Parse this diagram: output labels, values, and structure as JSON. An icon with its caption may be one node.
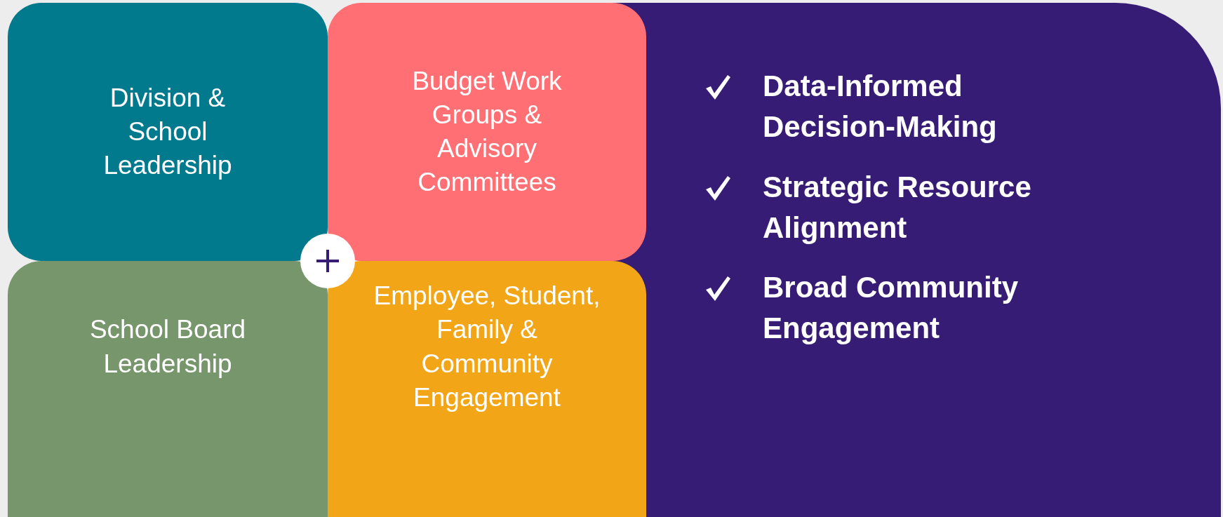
{
  "diagram": {
    "nodes": [
      {
        "text": [
          "Division & School Leadership"
        ]
      },
      {
        "text": [
          "Budget Work Groups & Advisory Committees"
        ]
      },
      {
        "text": [
          "School Board Leadership"
        ]
      },
      {
        "text": [
          "Employee, Student, Family & Community Engagement"
        ]
      },
      {
        "text": [
          "Data-Informed Decision-Making",
          "Strategic Resource Alignment",
          "Broad Community Engagement"
        ]
      }
    ]
  }
}
